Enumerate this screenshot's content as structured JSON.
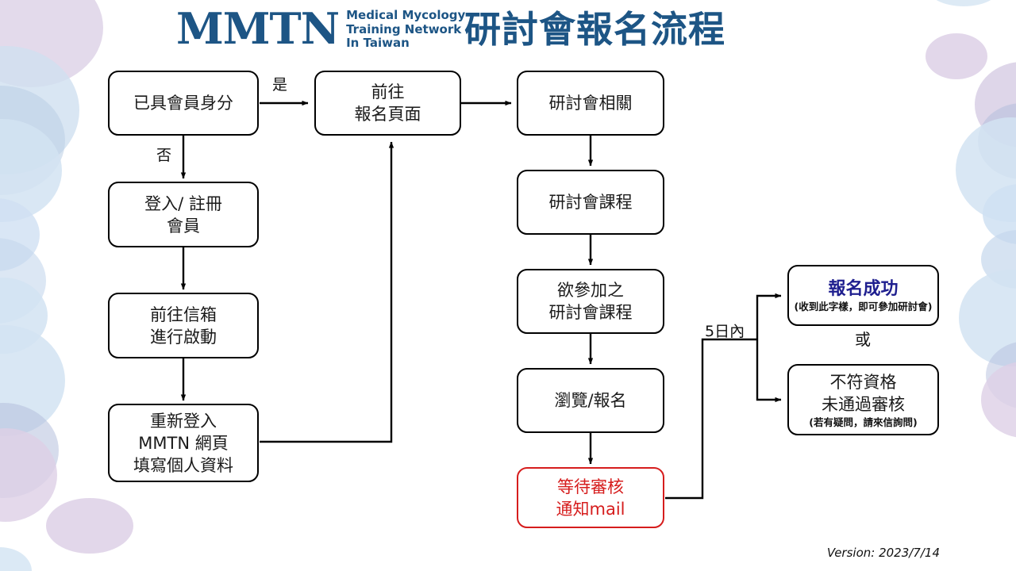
{
  "header": {
    "logo_mark": "MMTN",
    "logo_line1": "Medical Mycology",
    "logo_line2": "Training Network",
    "logo_line3": "In Taiwan",
    "title": "研討會報名流程",
    "brand_color": "#1d5585"
  },
  "flow": {
    "nodes": [
      {
        "id": "member-check",
        "label": "已具會員身分"
      },
      {
        "id": "login-register",
        "label": "登入/ 註冊\n會員"
      },
      {
        "id": "activate-mail",
        "label": "前往信箱\n進行啟動"
      },
      {
        "id": "relogin-profile",
        "label": "重新登入\nMMTN 網頁\n填寫個人資料"
      },
      {
        "id": "goto-signup",
        "label": "前往\n報名頁面"
      },
      {
        "id": "seminar-info",
        "label": "研討會相關"
      },
      {
        "id": "seminar-course",
        "label": "研討會課程"
      },
      {
        "id": "desired-course",
        "label": "欲參加之\n研討會課程"
      },
      {
        "id": "browse-signup",
        "label": "瀏覽/報名"
      },
      {
        "id": "await-review",
        "label": "等待審核\n通知mail"
      }
    ],
    "outcome_success": {
      "title": "報名成功",
      "note": "(收到此字樣，即可參加研討會)"
    },
    "outcome_fail": {
      "line1": "不符資格",
      "line2": "未通過審核",
      "note": "(若有疑問，請來信詢問)"
    },
    "edge_labels": {
      "yes": "是",
      "no": "否",
      "within_five_days": "5日內",
      "or": "或"
    }
  },
  "footer": {
    "version": "Version: 2023/7/14"
  },
  "colors": {
    "brand_blue": "#1d5585",
    "alert_red": "#d61d1d",
    "success_blue": "#1f1f8f",
    "line": "#000000",
    "deco_purple": "#d9cde4",
    "deco_blue": "#d2e3f2"
  }
}
